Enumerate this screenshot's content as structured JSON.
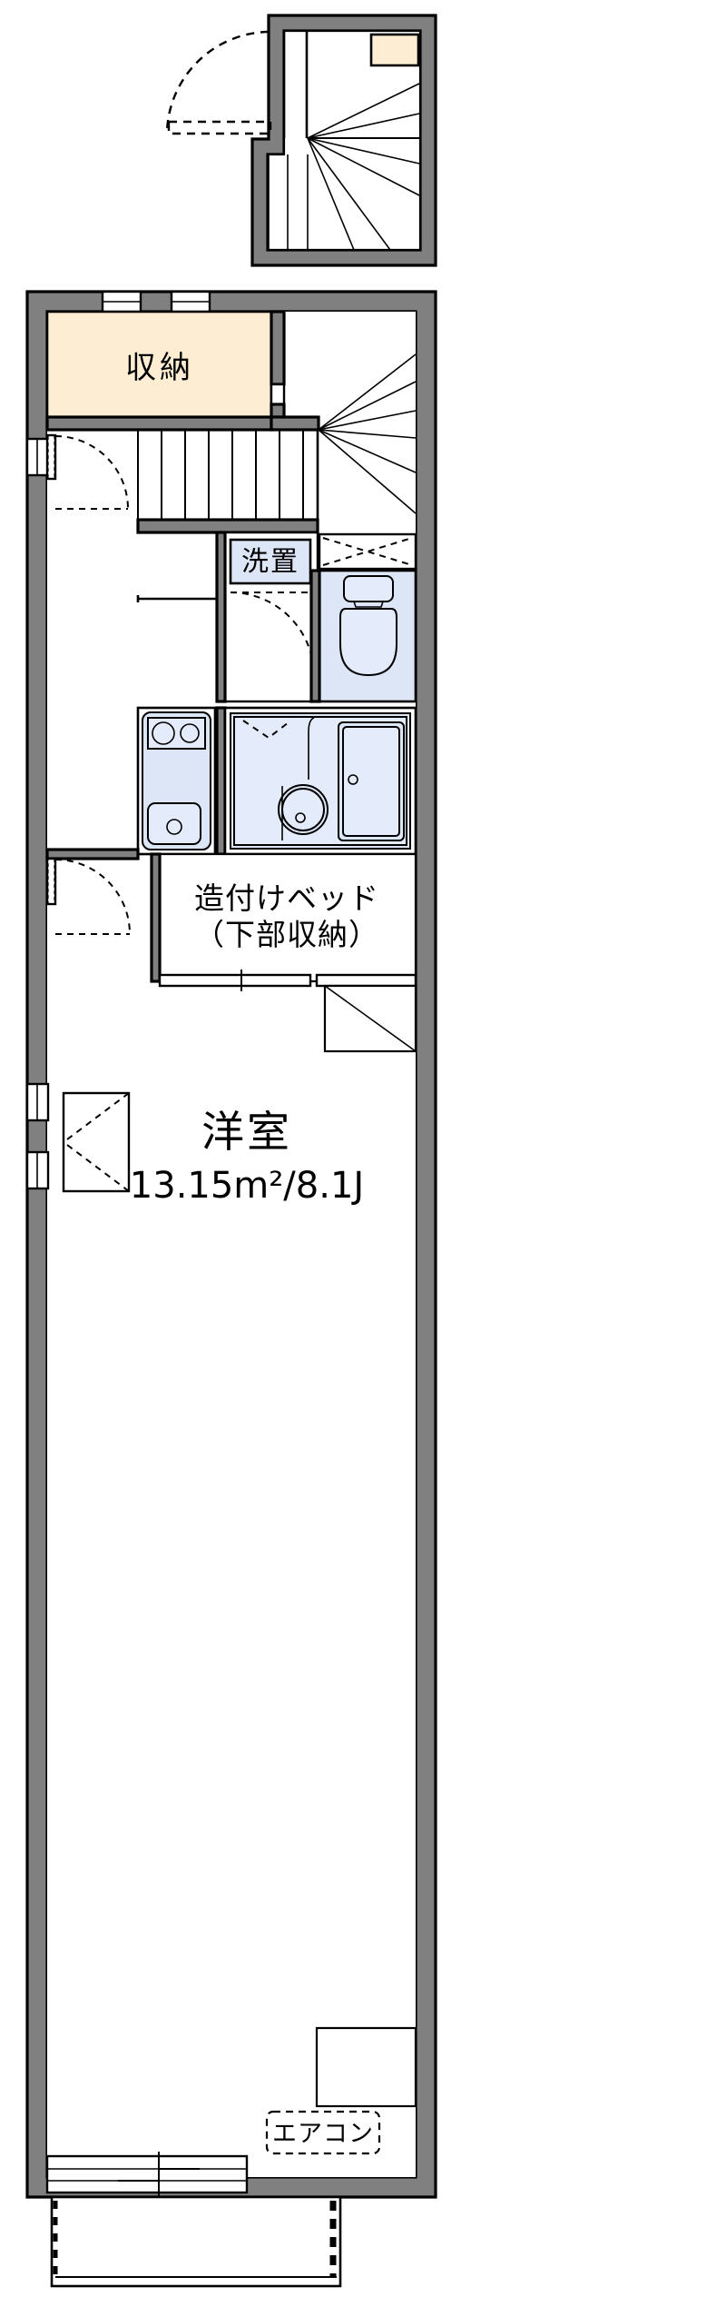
{
  "document": {
    "type": "floor-plan",
    "title": "Apartment unit floor plan (1R with loft entry)",
    "language": "ja"
  },
  "colors": {
    "wall": "#808080",
    "outline": "#000000",
    "closet_fill": "#fdeed3",
    "wet_area_fill": "#dde6f7",
    "background": "#ffffff"
  },
  "labels": {
    "closet": "収納",
    "washer_space": "洗置",
    "built_in_bed_line1": "造付けベッド",
    "built_in_bed_line2": "（下部収納）",
    "room_name": "洋室",
    "room_area": "13.15",
    "room_area_unit": "m",
    "room_area_sup": "2",
    "room_area_separator": "/",
    "room_area_jo": "8.1J",
    "room_area_full": "13.15m²/8.1J",
    "air_conditioner": "エアコン"
  },
  "sections": [
    {
      "name": "entry-stair-inset",
      "description": "Upper inset: entrance door with swing arc, winder staircase, small closet",
      "features": [
        "entrance-door",
        "door-swing-arc",
        "winder-stair",
        "small-storage"
      ]
    },
    {
      "name": "main-floor",
      "description": "Main unit floor: closet, stair, washer space, toilet, kitchen, bath, built-in bed, western room, balcony",
      "features": [
        "closet",
        "staircase",
        "washer-space",
        "toilet",
        "kitchen",
        "bathroom",
        "built-in-bed",
        "western-room",
        "balcony",
        "air-conditioner"
      ]
    }
  ],
  "rooms": [
    {
      "id": "closet",
      "label": "収納",
      "fill": "#fdeed3"
    },
    {
      "id": "washer",
      "label": "洗置",
      "fill": "#dde6f7"
    },
    {
      "id": "toilet",
      "label": "",
      "fill": "#dde6f7"
    },
    {
      "id": "kitchen",
      "label": "",
      "fill": "#dde6f7"
    },
    {
      "id": "bath",
      "label": "",
      "fill": "#dde6f7"
    },
    {
      "id": "built-in-bed",
      "label": "造付けベッド（下部収納）",
      "fill": "#ffffff"
    },
    {
      "id": "western-room",
      "label": "洋室",
      "fill": "#ffffff"
    },
    {
      "id": "balcony",
      "label": "",
      "fill": "#ffffff"
    }
  ],
  "fixtures": [
    {
      "name": "stove",
      "detail": "two burners"
    },
    {
      "name": "kitchen-sink",
      "detail": "single basin with drain"
    },
    {
      "name": "bathtub",
      "detail": "rectangular tub with drain"
    },
    {
      "name": "wash-basin",
      "detail": "round basin with drain"
    },
    {
      "name": "toilet",
      "detail": "western toilet with tank"
    },
    {
      "name": "washer-space",
      "detail": "washing machine pan"
    }
  ]
}
